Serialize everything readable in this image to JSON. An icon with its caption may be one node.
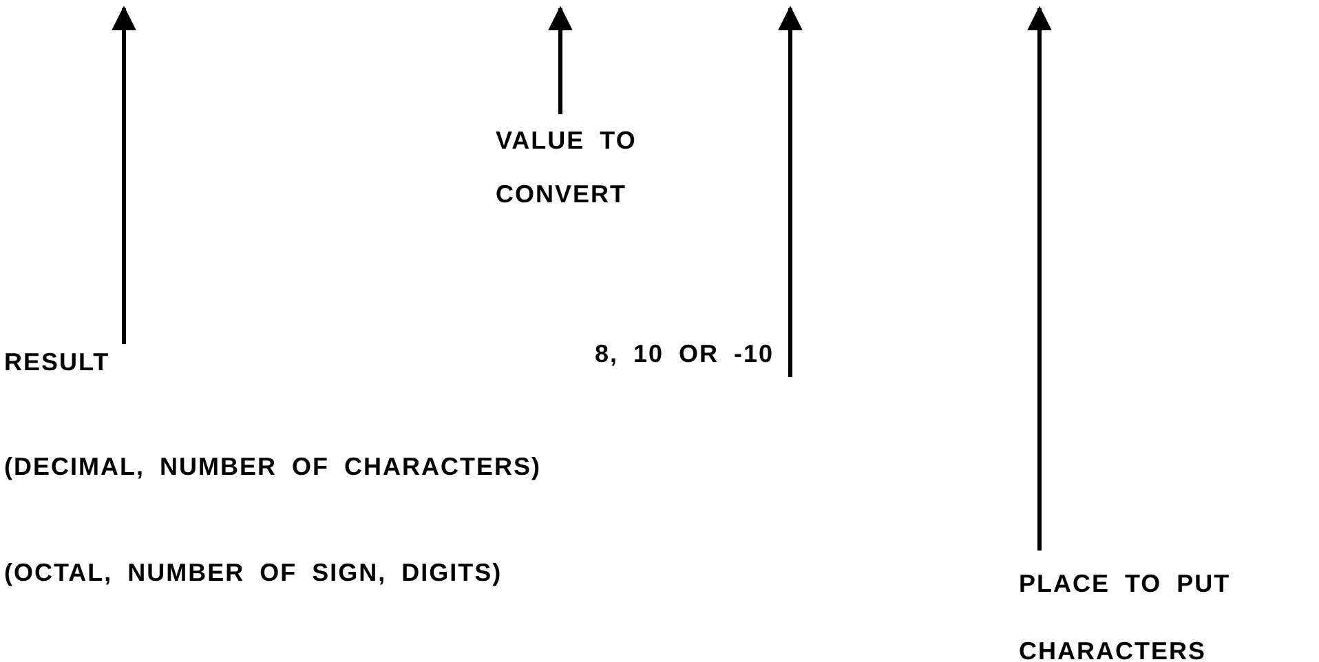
{
  "diagram": {
    "nodes": [
      {
        "text": [
          "RESULT"
        ]
      },
      {
        "text": [
          "VALUE TO CONVERT"
        ]
      },
      {
        "text": [
          "8, 10 OR -10"
        ]
      },
      {
        "text": [
          "PLACE TO PUT CHARACTERS"
        ]
      }
    ],
    "edges": [
      {
        "from": 0,
        "to": null,
        "arrow": "to"
      },
      {
        "from": 1,
        "to": null,
        "arrow": "to"
      },
      {
        "from": 2,
        "to": null,
        "arrow": "to"
      },
      {
        "from": 3,
        "to": null,
        "arrow": "to"
      }
    ],
    "labels": [
      "(DECIMAL, NUMBER OF CHARACTERS)",
      "(OCTAL, NUMBER OF SIGN, DIGITS)"
    ]
  }
}
